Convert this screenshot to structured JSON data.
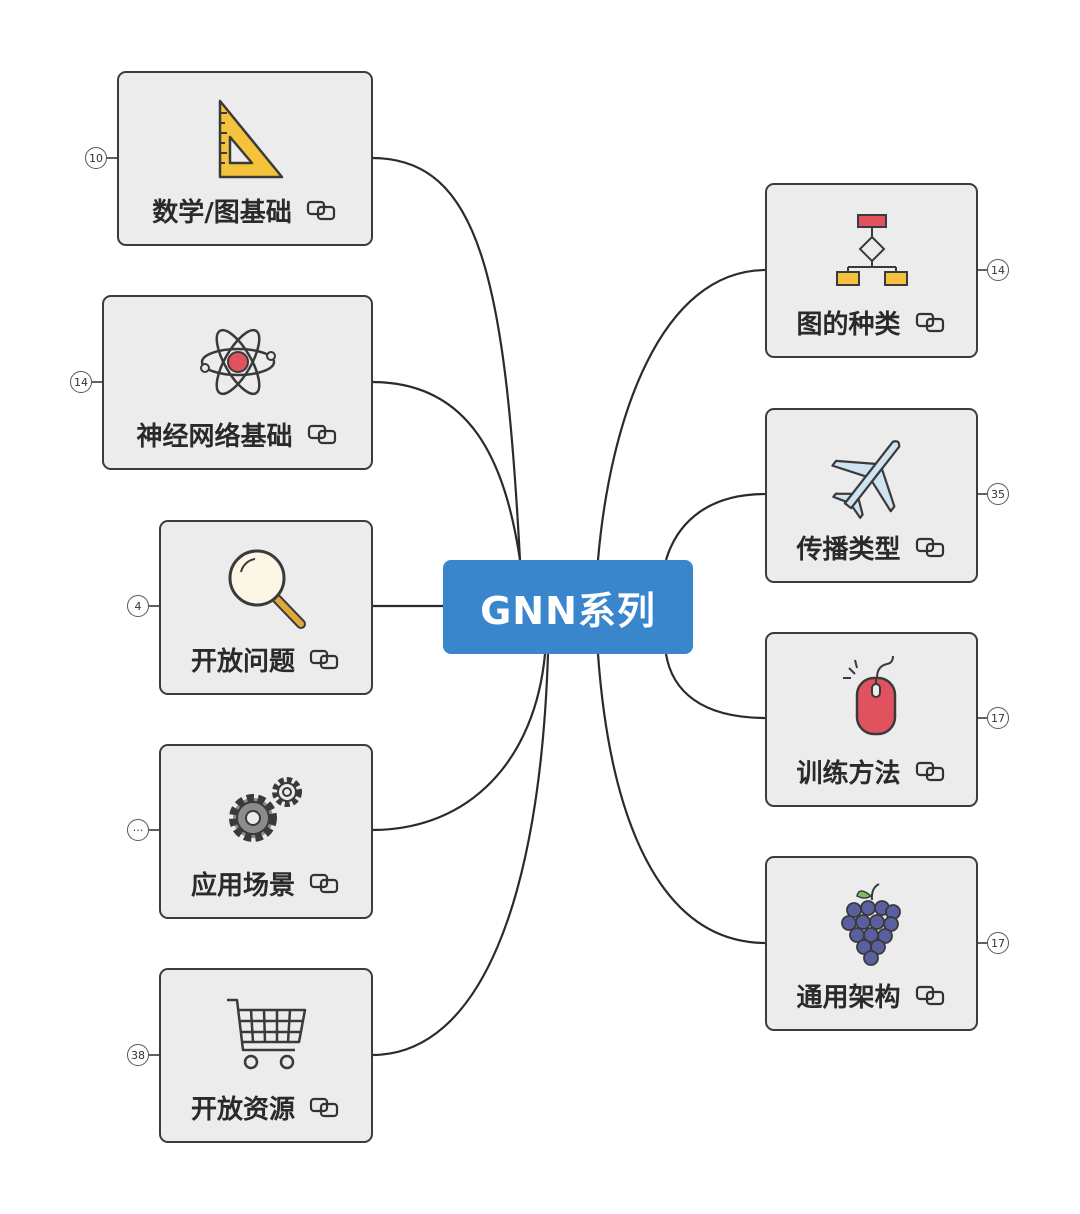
{
  "root": {
    "label": "GNN系列"
  },
  "left_topics": [
    {
      "label": "数学/图基础",
      "icon": "set-square-icon",
      "badge": "10"
    },
    {
      "label": "神经网络基础",
      "icon": "atom-icon",
      "badge": "14"
    },
    {
      "label": "开放问题",
      "icon": "magnifier-icon",
      "badge": "4"
    },
    {
      "label": "应用场景",
      "icon": "gears-icon",
      "badge": "···"
    },
    {
      "label": "开放资源",
      "icon": "shopping-cart-icon",
      "badge": "38"
    }
  ],
  "right_topics": [
    {
      "label": "图的种类",
      "icon": "flowchart-icon",
      "badge": "14"
    },
    {
      "label": "传播类型",
      "icon": "airplane-icon",
      "badge": "35"
    },
    {
      "label": "训练方法",
      "icon": "mouse-icon",
      "badge": "17"
    },
    {
      "label": "通用架构",
      "icon": "grapes-icon",
      "badge": "17"
    }
  ],
  "colors": {
    "root_fill": "#3a86cc",
    "node_fill": "#ececec",
    "node_border": "#3c3c3c",
    "connector": "#2b2b2b"
  }
}
